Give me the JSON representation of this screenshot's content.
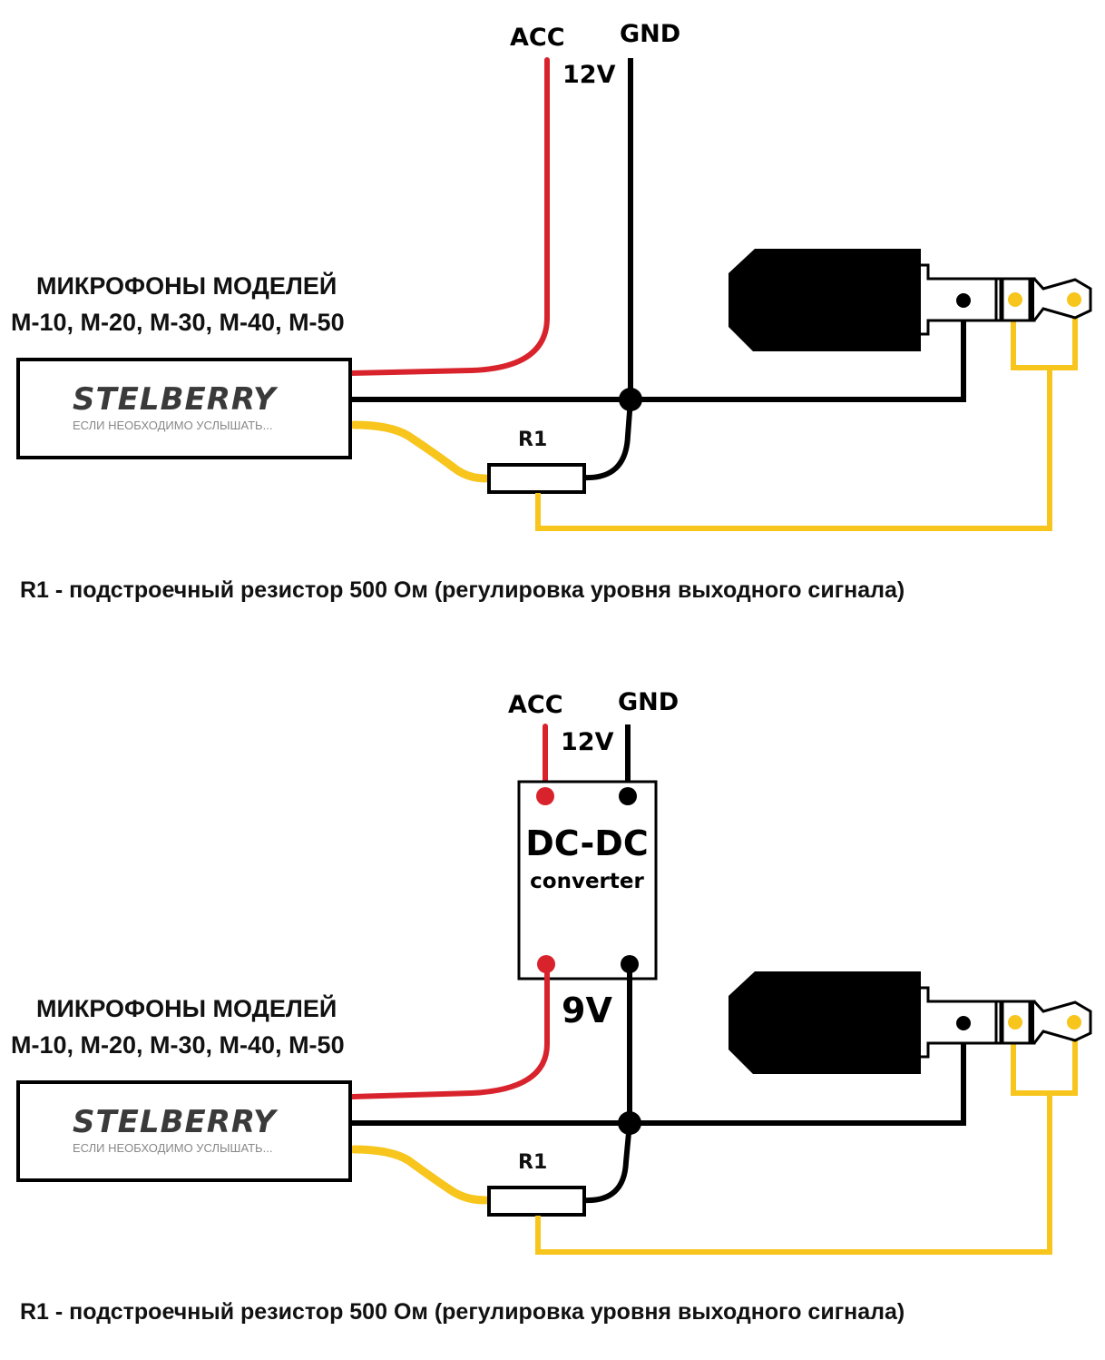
{
  "colors": {
    "acc_wire": "#d9232c",
    "gnd_wire": "#000000",
    "signal_wire": "#f7c51c",
    "brand_text": "#3a3a3a",
    "tagline_text": "#888888"
  },
  "diagrams": [
    {
      "id": "direct-12v",
      "acc_label": "ACC",
      "gnd_label": "GND",
      "supply_voltage": "12V",
      "mic_title_line1": "МИКРОФОНЫ МОДЕЛЕЙ",
      "mic_title_line2": "M-10, M-20, M-30, M-40, M-50",
      "brand": "STELBERRY",
      "tagline": "ЕСЛИ НЕОБХОДИМО УСЛЫШАТЬ...",
      "resistor_label": "R1",
      "note": "R1 - подстроечный резистор  500 Ом (регулировка уровня выходного сигнала)"
    },
    {
      "id": "via-dcdc",
      "acc_label": "ACC",
      "gnd_label": "GND",
      "supply_voltage": "12V",
      "converter_title": "DC-DC",
      "converter_subtitle": "converter",
      "output_voltage": "9V",
      "mic_title_line1": "МИКРОФОНЫ МОДЕЛЕЙ",
      "mic_title_line2": "M-10, M-20, M-30, M-40, M-50",
      "brand": "STELBERRY",
      "tagline": "ЕСЛИ НЕОБХОДИМО УСЛЫШАТЬ...",
      "resistor_label": "R1",
      "note": "R1 - подстроечный резистор 500 Ом (регулировка уровня выходного сигнала)"
    }
  ]
}
